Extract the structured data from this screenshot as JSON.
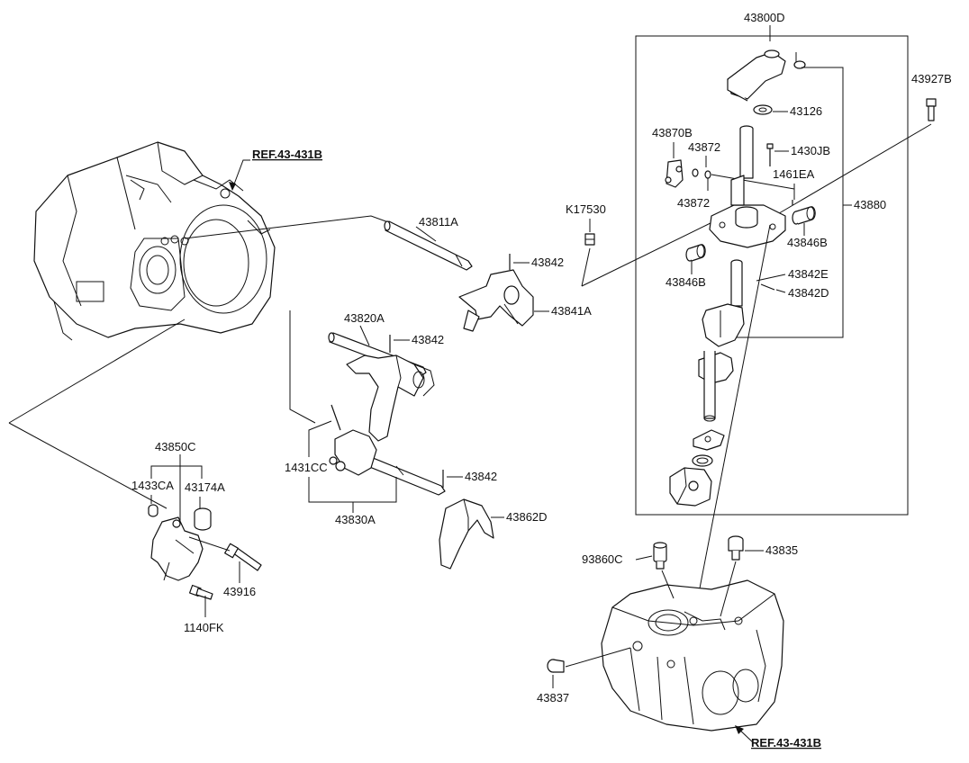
{
  "labels": {
    "l_43800D": "43800D",
    "l_43927B": "43927B",
    "l_43126": "43126",
    "l_43870B": "43870B",
    "l_43872a": "43872",
    "l_1430JB": "1430JB",
    "l_1461EA": "1461EA",
    "l_43872b": "43872",
    "l_43880": "43880",
    "l_43846Ba": "43846B",
    "l_43846Bb": "43846B",
    "l_43842E": "43842E",
    "l_43842D": "43842D",
    "l_K17530": "K17530",
    "l_43811A": "43811A",
    "l_43842a": "43842",
    "l_43841A": "43841A",
    "l_43820A": "43820A",
    "l_43842b": "43842",
    "l_43850C": "43850C",
    "l_1433CA": "1433CA",
    "l_43174A": "43174A",
    "l_1431CC": "1431CC",
    "l_43842c": "43842",
    "l_43830A": "43830A",
    "l_43862D": "43862D",
    "l_43916": "43916",
    "l_1140FK": "1140FK",
    "l_93860C": "93860C",
    "l_43835": "43835",
    "l_43837": "43837"
  },
  "refs": {
    "ref_top": "REF.43-431B",
    "ref_bottom": "REF.43-431B"
  }
}
